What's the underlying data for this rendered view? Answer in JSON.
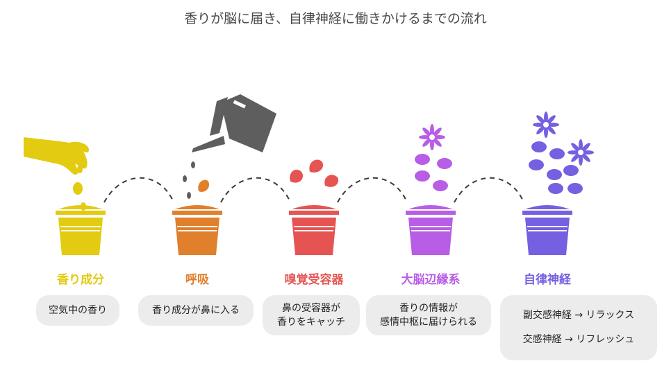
{
  "title": "香りが脳に届き、自律神経に働きかけるまでの流れ",
  "colors": {
    "stage1": "#e2cb10",
    "stage2": "#e07f2c",
    "stage3": "#e55452",
    "stage4": "#b85de6",
    "stage5": "#7460e0",
    "dark_icon": "#5e5e5e",
    "pill_bg": "#ececec"
  },
  "stages": [
    {
      "title": "香り成分",
      "desc": [
        "空気中の香り"
      ]
    },
    {
      "title": "呼吸",
      "desc": [
        "香り成分が鼻に入る"
      ]
    },
    {
      "title": "嗅覚受容器",
      "desc": [
        "鼻の受容器が",
        "香りをキャッチ"
      ]
    },
    {
      "title": "大脳辺縁系",
      "desc": [
        "香りの情報が",
        "感情中枢に届けられる"
      ]
    },
    {
      "title": "自律神経",
      "desc": [
        "副交感神経 → リラックス",
        "交感神経 → リフレッシュ"
      ]
    }
  ]
}
